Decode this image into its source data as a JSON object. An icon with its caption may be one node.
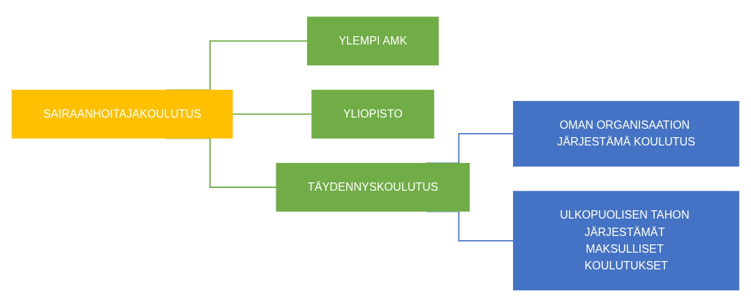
{
  "diagram": {
    "nodes": [
      {
        "text": [
          "SAIRAANHOITAJAKOULUTUS"
        ]
      },
      {
        "text": [
          "YLEMPI AMK"
        ]
      },
      {
        "text": [
          "YLIOPISTO"
        ]
      },
      {
        "text": [
          "TÄYDENNYSKOULUTUS"
        ]
      },
      {
        "text": [
          "OMAN ORGANISAATION JÄRJESTÄMÄ KOULUTUS"
        ]
      },
      {
        "text": [
          "ULKOPUOLISEN TAHON JÄRJESTÄMÄT MAKSULLISET KOULUTUKSET"
        ]
      }
    ],
    "edges": [
      {
        "from": 0,
        "to": 1,
        "arrow": "none"
      },
      {
        "from": 0,
        "to": 2,
        "arrow": "none"
      },
      {
        "from": 0,
        "to": 3,
        "arrow": "none"
      },
      {
        "from": 3,
        "to": 4,
        "arrow": "none",
        "color": "#4472c4"
      },
      {
        "from": 3,
        "to": 5,
        "arrow": "none",
        "color": "#4472c4"
      }
    ]
  }
}
